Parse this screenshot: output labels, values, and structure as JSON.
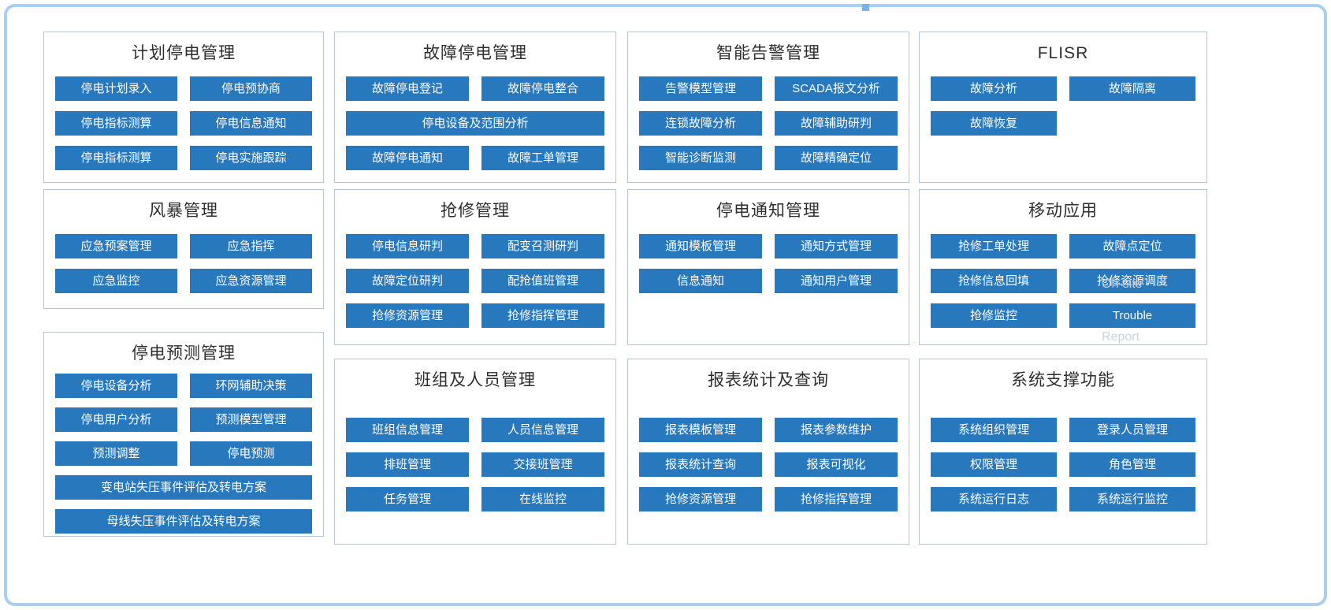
{
  "page": {
    "outer_border_color": "#aacdf0",
    "button_color": "#2878be",
    "button_text_color": "#ffffff"
  },
  "overlays": {
    "onsite_label": "On-site",
    "report_label": "Report"
  },
  "panels": [
    {
      "id": "planned-outage-management",
      "title": "计划停电管理",
      "rows": [
        [
          {
            "label": "停电计划录入"
          },
          {
            "label": "停电预协商"
          }
        ],
        [
          {
            "label": "停电指标测算"
          },
          {
            "label": "停电信息通知"
          }
        ],
        [
          {
            "label": "停电指标测算"
          },
          {
            "label": "停电实施跟踪"
          }
        ]
      ]
    },
    {
      "id": "fault-outage-management",
      "title": "故障停电管理",
      "rows": [
        [
          {
            "label": "故障停电登记"
          },
          {
            "label": "故障停电整合"
          }
        ],
        [
          {
            "label": "停电设备及范围分析",
            "wide": true
          }
        ],
        [
          {
            "label": "故障停电通知"
          },
          {
            "label": "故障工单管理"
          }
        ]
      ]
    },
    {
      "id": "intelligent-alarm-management",
      "title": "智能告警管理",
      "rows": [
        [
          {
            "label": "告警模型管理"
          },
          {
            "label": "SCADA报文分析"
          }
        ],
        [
          {
            "label": "连锁故障分析"
          },
          {
            "label": "故障辅助研判"
          }
        ],
        [
          {
            "label": "智能诊断监测"
          },
          {
            "label": "故障精确定位"
          }
        ]
      ]
    },
    {
      "id": "flisr",
      "title": "FLISR",
      "rows": [
        [
          {
            "label": "故障分析"
          },
          {
            "label": "故障隔离"
          }
        ],
        [
          {
            "label": "故障恢复",
            "half": true
          }
        ]
      ]
    },
    {
      "id": "storm-management",
      "title": "风暴管理",
      "rows": [
        [
          {
            "label": "应急预案管理"
          },
          {
            "label": "应急指挥"
          }
        ],
        [
          {
            "label": "应急监控"
          },
          {
            "label": "应急资源管理"
          }
        ]
      ]
    },
    {
      "id": "repair-management",
      "title": "抢修管理",
      "rows": [
        [
          {
            "label": "停电信息研判"
          },
          {
            "label": "配变召测研判"
          }
        ],
        [
          {
            "label": "故障定位研判"
          },
          {
            "label": "配抢值班管理"
          }
        ],
        [
          {
            "label": "抢修资源管理"
          },
          {
            "label": "抢修指挥管理"
          }
        ]
      ]
    },
    {
      "id": "outage-notification-management",
      "title": "停电通知管理",
      "rows": [
        [
          {
            "label": "通知模板管理"
          },
          {
            "label": "通知方式管理"
          }
        ],
        [
          {
            "label": "信息通知"
          },
          {
            "label": "通知用户管理"
          }
        ]
      ]
    },
    {
      "id": "mobile-application",
      "title": "移动应用",
      "rows": [
        [
          {
            "label": "抢修工单处理"
          },
          {
            "label": "故障点定位"
          }
        ],
        [
          {
            "label": "抢修信息回填"
          },
          {
            "label": "抢修资源调度"
          }
        ],
        [
          {
            "label": "抢修监控"
          },
          {
            "label": "Trouble"
          }
        ]
      ]
    },
    {
      "id": "outage-prediction-management",
      "title": "停电预测管理",
      "rows": [
        [
          {
            "label": "停电设备分析"
          },
          {
            "label": "环网辅助决策"
          }
        ],
        [
          {
            "label": "停电用户分析"
          },
          {
            "label": "预测模型管理"
          }
        ],
        [
          {
            "label": "预测调整"
          },
          {
            "label": "停电预测"
          }
        ],
        [
          {
            "label": "变电站失压事件评估及转电方案",
            "wide": true
          }
        ],
        [
          {
            "label": "母线失压事件评估及转电方案",
            "wide": true
          }
        ]
      ]
    },
    {
      "id": "team-personnel-management",
      "title": "班组及人员管理",
      "rows": [
        [
          {
            "label": "班组信息管理"
          },
          {
            "label": "人员信息管理"
          }
        ],
        [
          {
            "label": "排班管理"
          },
          {
            "label": "交接班管理"
          }
        ],
        [
          {
            "label": "任务管理"
          },
          {
            "label": "在线监控"
          }
        ]
      ]
    },
    {
      "id": "report-statistics-query",
      "title": "报表统计及查询",
      "rows": [
        [
          {
            "label": "报表模板管理"
          },
          {
            "label": "报表参数维护"
          }
        ],
        [
          {
            "label": "报表统计查询"
          },
          {
            "label": "报表可视化"
          }
        ],
        [
          {
            "label": "抢修资源管理"
          },
          {
            "label": "抢修指挥管理"
          }
        ]
      ]
    },
    {
      "id": "system-support-functions",
      "title": "系统支撑功能",
      "rows": [
        [
          {
            "label": "系统组织管理"
          },
          {
            "label": "登录人员管理"
          }
        ],
        [
          {
            "label": "权限管理"
          },
          {
            "label": "角色管理"
          }
        ],
        [
          {
            "label": "系统运行日志"
          },
          {
            "label": "系统运行监控"
          }
        ]
      ]
    }
  ]
}
